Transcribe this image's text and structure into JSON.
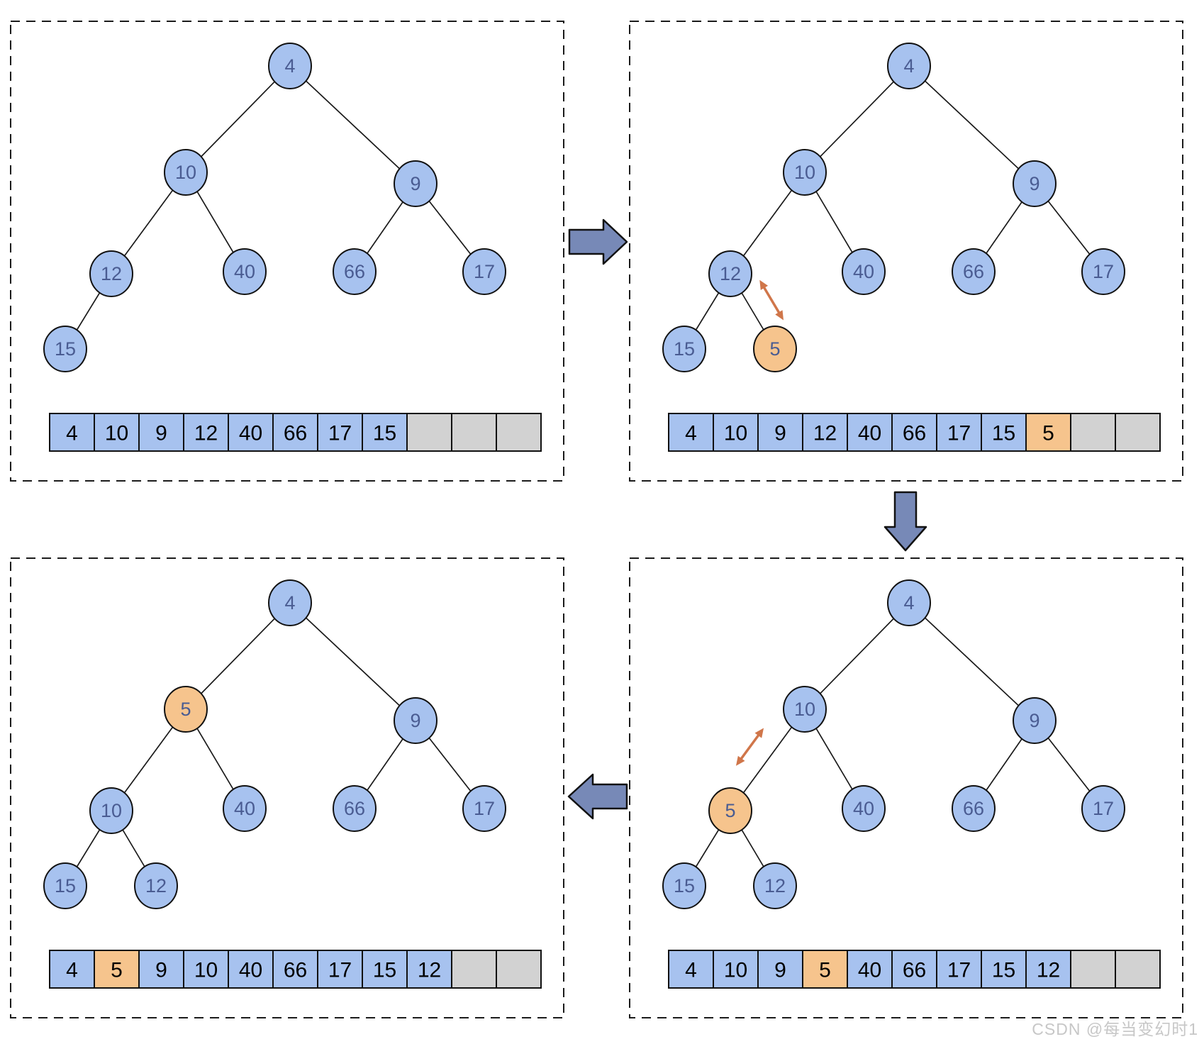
{
  "watermark": "CSDN @每当变幻时1",
  "colors": {
    "node_blue": "#a7c2ef",
    "node_orange": "#f6c48d",
    "node_text": "#4a5c92",
    "cell_empty_gray": "#d2d2d2",
    "flow_arrow_slate": "#7789b7",
    "swap_arrow_orange": "#d0764a"
  },
  "panels": [
    {
      "id": "step-1",
      "position": "top-left",
      "nodes": [
        {
          "slot": "root",
          "value": "4",
          "highlight": false
        },
        {
          "slot": "l",
          "value": "10",
          "highlight": false
        },
        {
          "slot": "r",
          "value": "9",
          "highlight": false
        },
        {
          "slot": "ll",
          "value": "12",
          "highlight": false
        },
        {
          "slot": "lr",
          "value": "40",
          "highlight": false
        },
        {
          "slot": "rl",
          "value": "66",
          "highlight": false
        },
        {
          "slot": "rr",
          "value": "17",
          "highlight": false
        },
        {
          "slot": "lll",
          "value": "15",
          "highlight": false
        }
      ],
      "edges": [
        [
          "root",
          "l"
        ],
        [
          "root",
          "r"
        ],
        [
          "l",
          "ll"
        ],
        [
          "l",
          "lr"
        ],
        [
          "r",
          "rl"
        ],
        [
          "r",
          "rr"
        ],
        [
          "ll",
          "lll"
        ]
      ],
      "swap": null,
      "array": [
        {
          "value": "4",
          "state": "filled"
        },
        {
          "value": "10",
          "state": "filled"
        },
        {
          "value": "9",
          "state": "filled"
        },
        {
          "value": "12",
          "state": "filled"
        },
        {
          "value": "40",
          "state": "filled"
        },
        {
          "value": "66",
          "state": "filled"
        },
        {
          "value": "17",
          "state": "filled"
        },
        {
          "value": "15",
          "state": "filled"
        },
        {
          "value": "",
          "state": "empty"
        },
        {
          "value": "",
          "state": "empty"
        },
        {
          "value": "",
          "state": "empty"
        }
      ]
    },
    {
      "id": "step-2",
      "position": "top-right",
      "nodes": [
        {
          "slot": "root",
          "value": "4",
          "highlight": false
        },
        {
          "slot": "l",
          "value": "10",
          "highlight": false
        },
        {
          "slot": "r",
          "value": "9",
          "highlight": false
        },
        {
          "slot": "ll",
          "value": "12",
          "highlight": false
        },
        {
          "slot": "lr",
          "value": "40",
          "highlight": false
        },
        {
          "slot": "rl",
          "value": "66",
          "highlight": false
        },
        {
          "slot": "rr",
          "value": "17",
          "highlight": false
        },
        {
          "slot": "lll",
          "value": "15",
          "highlight": false
        },
        {
          "slot": "llr",
          "value": "5",
          "highlight": true
        }
      ],
      "edges": [
        [
          "root",
          "l"
        ],
        [
          "root",
          "r"
        ],
        [
          "l",
          "ll"
        ],
        [
          "l",
          "lr"
        ],
        [
          "r",
          "rl"
        ],
        [
          "r",
          "rr"
        ],
        [
          "ll",
          "lll"
        ],
        [
          "ll",
          "llr"
        ]
      ],
      "swap": {
        "between": [
          "ll",
          "llr"
        ],
        "side": "right"
      },
      "array": [
        {
          "value": "4",
          "state": "filled"
        },
        {
          "value": "10",
          "state": "filled"
        },
        {
          "value": "9",
          "state": "filled"
        },
        {
          "value": "12",
          "state": "filled"
        },
        {
          "value": "40",
          "state": "filled"
        },
        {
          "value": "66",
          "state": "filled"
        },
        {
          "value": "17",
          "state": "filled"
        },
        {
          "value": "15",
          "state": "filled"
        },
        {
          "value": "5",
          "state": "highlight"
        },
        {
          "value": "",
          "state": "empty"
        },
        {
          "value": "",
          "state": "empty"
        }
      ]
    },
    {
      "id": "step-3",
      "position": "bottom-right",
      "nodes": [
        {
          "slot": "root",
          "value": "4",
          "highlight": false
        },
        {
          "slot": "l",
          "value": "10",
          "highlight": false
        },
        {
          "slot": "r",
          "value": "9",
          "highlight": false
        },
        {
          "slot": "ll",
          "value": "5",
          "highlight": true
        },
        {
          "slot": "lr",
          "value": "40",
          "highlight": false
        },
        {
          "slot": "rl",
          "value": "66",
          "highlight": false
        },
        {
          "slot": "rr",
          "value": "17",
          "highlight": false
        },
        {
          "slot": "lll",
          "value": "15",
          "highlight": false
        },
        {
          "slot": "llr",
          "value": "12",
          "highlight": false
        }
      ],
      "edges": [
        [
          "root",
          "l"
        ],
        [
          "root",
          "r"
        ],
        [
          "l",
          "ll"
        ],
        [
          "l",
          "lr"
        ],
        [
          "r",
          "rl"
        ],
        [
          "r",
          "rr"
        ],
        [
          "ll",
          "lll"
        ],
        [
          "ll",
          "llr"
        ]
      ],
      "swap": {
        "between": [
          "l",
          "ll"
        ],
        "side": "left"
      },
      "array": [
        {
          "value": "4",
          "state": "filled"
        },
        {
          "value": "10",
          "state": "filled"
        },
        {
          "value": "9",
          "state": "filled"
        },
        {
          "value": "5",
          "state": "highlight"
        },
        {
          "value": "40",
          "state": "filled"
        },
        {
          "value": "66",
          "state": "filled"
        },
        {
          "value": "17",
          "state": "filled"
        },
        {
          "value": "15",
          "state": "filled"
        },
        {
          "value": "12",
          "state": "filled"
        },
        {
          "value": "",
          "state": "empty"
        },
        {
          "value": "",
          "state": "empty"
        }
      ]
    },
    {
      "id": "step-4",
      "position": "bottom-left",
      "nodes": [
        {
          "slot": "root",
          "value": "4",
          "highlight": false
        },
        {
          "slot": "l",
          "value": "5",
          "highlight": true
        },
        {
          "slot": "r",
          "value": "9",
          "highlight": false
        },
        {
          "slot": "ll",
          "value": "10",
          "highlight": false
        },
        {
          "slot": "lr",
          "value": "40",
          "highlight": false
        },
        {
          "slot": "rl",
          "value": "66",
          "highlight": false
        },
        {
          "slot": "rr",
          "value": "17",
          "highlight": false
        },
        {
          "slot": "lll",
          "value": "15",
          "highlight": false
        },
        {
          "slot": "llr",
          "value": "12",
          "highlight": false
        }
      ],
      "edges": [
        [
          "root",
          "l"
        ],
        [
          "root",
          "r"
        ],
        [
          "l",
          "ll"
        ],
        [
          "l",
          "lr"
        ],
        [
          "r",
          "rl"
        ],
        [
          "r",
          "rr"
        ],
        [
          "ll",
          "lll"
        ],
        [
          "ll",
          "llr"
        ]
      ],
      "swap": null,
      "array": [
        {
          "value": "4",
          "state": "filled"
        },
        {
          "value": "5",
          "state": "highlight"
        },
        {
          "value": "9",
          "state": "filled"
        },
        {
          "value": "10",
          "state": "filled"
        },
        {
          "value": "40",
          "state": "filled"
        },
        {
          "value": "66",
          "state": "filled"
        },
        {
          "value": "17",
          "state": "filled"
        },
        {
          "value": "15",
          "state": "filled"
        },
        {
          "value": "12",
          "state": "filled"
        },
        {
          "value": "",
          "state": "empty"
        },
        {
          "value": "",
          "state": "empty"
        }
      ]
    }
  ],
  "connectors": [
    {
      "id": "step1-to-step2",
      "direction": "right"
    },
    {
      "id": "step2-to-step3",
      "direction": "down"
    },
    {
      "id": "step3-to-step4",
      "direction": "left"
    }
  ]
}
